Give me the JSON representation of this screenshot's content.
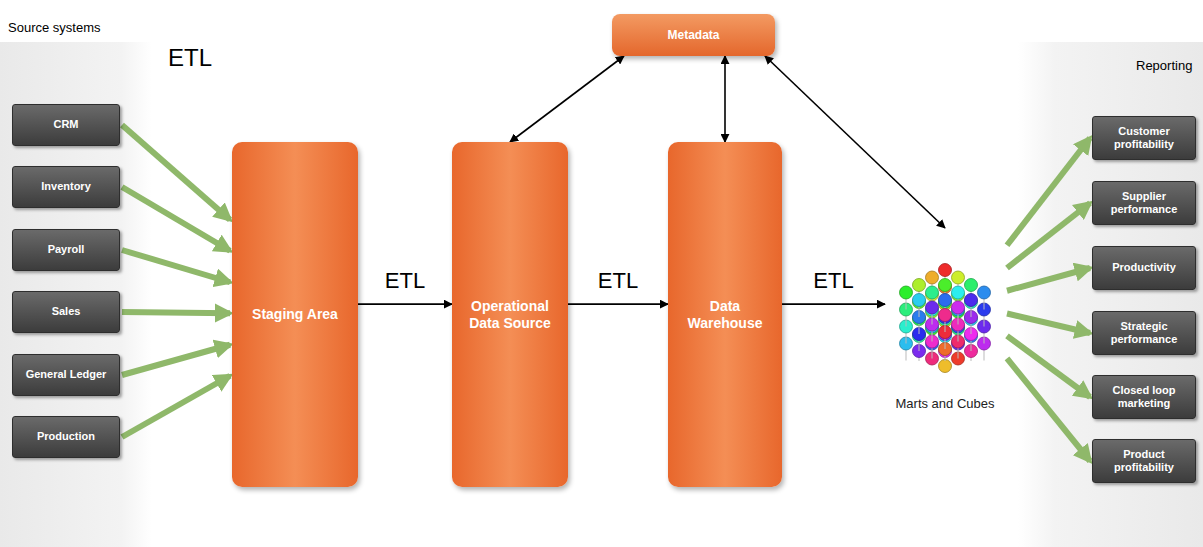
{
  "diagram": {
    "nodes": [
      {
        "text": [
          "CRM"
        ]
      },
      {
        "text": [
          "Inventory"
        ]
      },
      {
        "text": [
          "Payroll"
        ]
      },
      {
        "text": [
          "Sales"
        ]
      },
      {
        "text": [
          "General Ledger"
        ]
      },
      {
        "text": [
          "Production"
        ]
      },
      {
        "text": [
          "Staging Area"
        ]
      },
      {
        "text": [
          "Operational Data Source"
        ]
      },
      {
        "text": [
          "Data Warehouse"
        ]
      },
      {
        "text": [
          "Metadata"
        ]
      },
      {
        "text": [
          "Marts and Cubes"
        ]
      },
      {
        "text": [
          "Customer profitability"
        ]
      },
      {
        "text": [
          "Supplier performance"
        ]
      },
      {
        "text": [
          "Productivity"
        ]
      },
      {
        "text": [
          "Strategic performance"
        ]
      },
      {
        "text": [
          "Closed loop marketing"
        ]
      },
      {
        "text": [
          "Product profitability"
        ]
      }
    ],
    "edges": [
      {
        "from": 0,
        "to": 6,
        "arrow": "to"
      },
      {
        "from": 1,
        "to": 6,
        "arrow": "to"
      },
      {
        "from": 2,
        "to": 6,
        "arrow": "to"
      },
      {
        "from": 3,
        "to": 6,
        "arrow": "to"
      },
      {
        "from": 4,
        "to": 6,
        "arrow": "to"
      },
      {
        "from": 5,
        "to": 6,
        "arrow": "to"
      },
      {
        "from": 6,
        "to": 7,
        "label": "ETL",
        "arrow": "to"
      },
      {
        "from": 7,
        "to": 8,
        "label": "ETL",
        "arrow": "to"
      },
      {
        "from": 8,
        "to": 10,
        "label": "ETL",
        "arrow": "to"
      },
      {
        "from": 9,
        "to": 7,
        "arrow": "both"
      },
      {
        "from": 9,
        "to": 8,
        "arrow": "both"
      },
      {
        "from": 9,
        "to": 10,
        "arrow": "both"
      },
      {
        "from": 10,
        "to": 11,
        "arrow": "to"
      },
      {
        "from": 10,
        "to": 12,
        "arrow": "to"
      },
      {
        "from": 10,
        "to": 13,
        "arrow": "to"
      },
      {
        "from": 10,
        "to": 14,
        "arrow": "to"
      },
      {
        "from": 10,
        "to": 15,
        "arrow": "to"
      },
      {
        "from": 10,
        "to": 16,
        "arrow": "to"
      }
    ],
    "labels": [
      "Source systems",
      "ETL",
      "Reporting"
    ]
  }
}
